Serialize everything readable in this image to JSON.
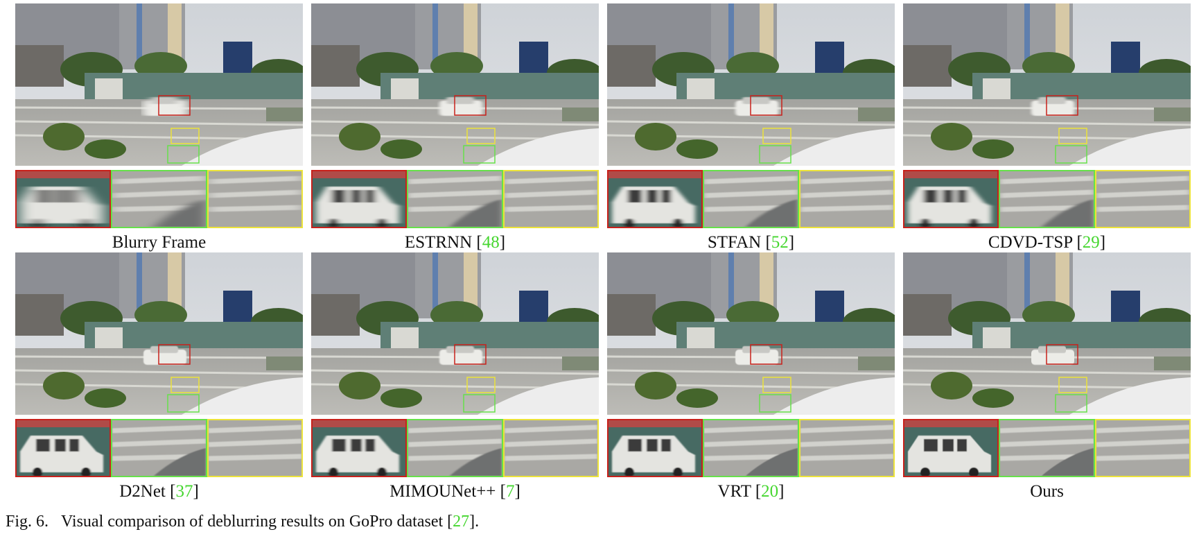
{
  "figure": {
    "label": "Fig. 6.",
    "caption_text": "Visual comparison of deblurring results on GoPro dataset [",
    "caption_cite": "27",
    "caption_end": "]."
  },
  "panels": [
    {
      "name": "Blurry Frame",
      "cite": "",
      "blur": 6
    },
    {
      "name": "ESTRNN [",
      "cite": "48",
      "blur": 3
    },
    {
      "name": "STFAN [",
      "cite": "52",
      "blur": 2.2
    },
    {
      "name": "CDVD-TSP [",
      "cite": "29",
      "blur": 2.5
    },
    {
      "name": "D2Net [",
      "cite": "37",
      "blur": 0.8
    },
    {
      "name": "MIMOUNet++ [",
      "cite": "7",
      "blur": 1
    },
    {
      "name": "VRT [",
      "cite": "20",
      "blur": 0.6
    },
    {
      "name": "Ours",
      "cite": "",
      "blur": 0.3
    }
  ],
  "colors": {
    "red_box": "#c8211b",
    "green_box": "#66e04a",
    "yellow_box": "#ece33a",
    "cite": "#45d62f"
  }
}
